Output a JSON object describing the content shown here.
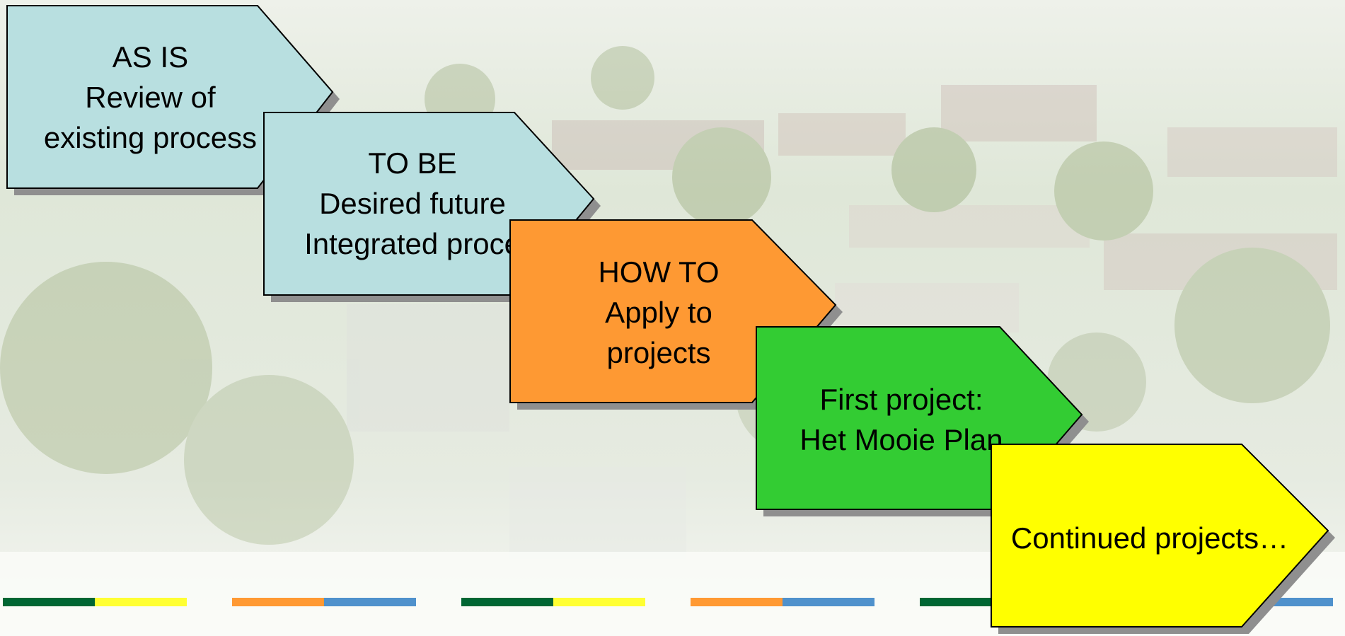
{
  "colors": {
    "as_is_fill": "#b8dfe0",
    "to_be_fill": "#b8dfe0",
    "how_to_fill": "#fe9933",
    "first_project_fill": "#33cc33",
    "continued_fill": "#ffff00",
    "stripe_dark_green": "#006633",
    "stripe_yellow": "#ffff33",
    "stripe_orange": "#ff9933",
    "stripe_blue": "#4f91cc"
  },
  "steps": [
    {
      "lines": [
        "AS IS",
        "Review of",
        "existing process"
      ]
    },
    {
      "lines": [
        "TO BE",
        "Desired future",
        "Integrated proce"
      ]
    },
    {
      "lines": [
        "HOW TO",
        "Apply to",
        "projects"
      ]
    },
    {
      "lines": [
        "First project:",
        "Het Mooie Plan"
      ]
    },
    {
      "lines": [
        "Continued projects…"
      ]
    }
  ]
}
